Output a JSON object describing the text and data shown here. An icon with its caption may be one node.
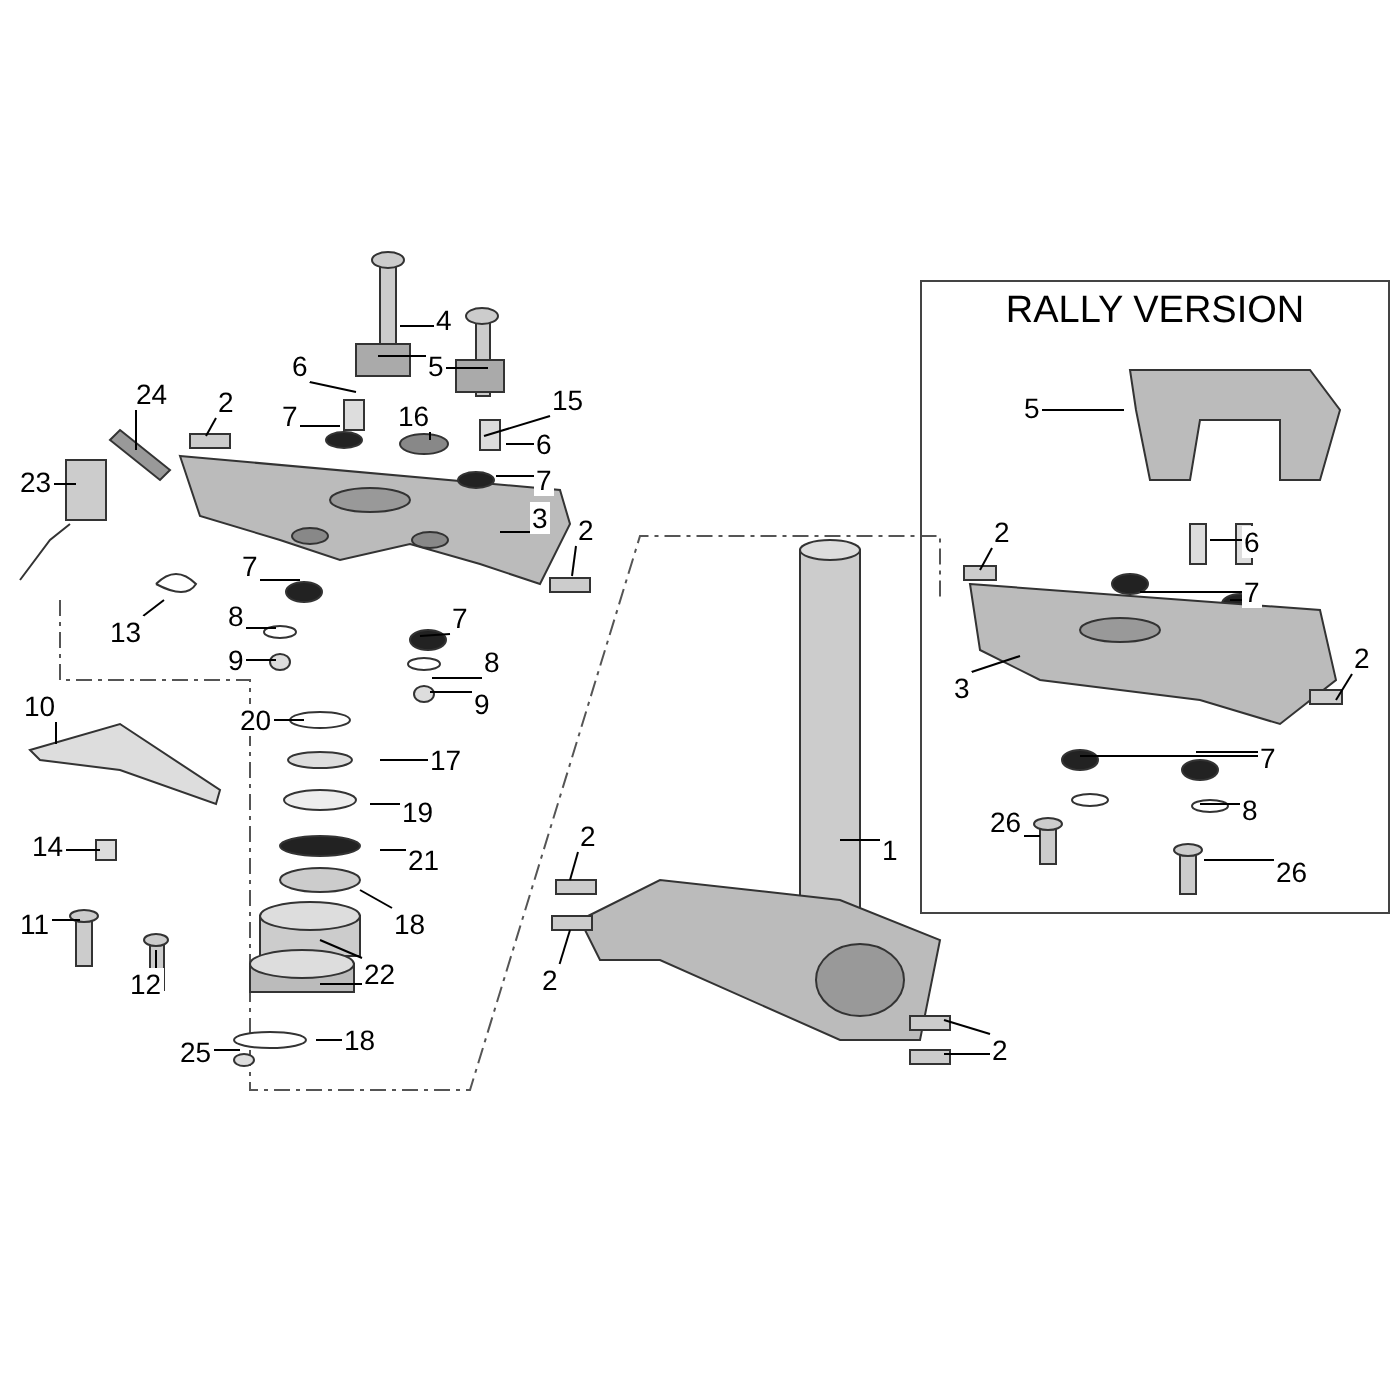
{
  "diagram": {
    "nodes": [
      {
        "text": [
          "RALLY VERSION"
        ]
      },
      {
        "text": [
          "4"
        ]
      },
      {
        "text": [
          "5"
        ]
      },
      {
        "text": [
          "6"
        ]
      },
      {
        "text": [
          "7"
        ]
      },
      {
        "text": [
          "16"
        ]
      },
      {
        "text": [
          "15"
        ]
      },
      {
        "text": [
          "6"
        ]
      },
      {
        "text": [
          "7"
        ]
      },
      {
        "text": [
          "2"
        ]
      },
      {
        "text": [
          "24"
        ]
      },
      {
        "text": [
          "23"
        ]
      },
      {
        "text": [
          "3"
        ]
      },
      {
        "text": [
          "2"
        ]
      },
      {
        "text": [
          "7"
        ]
      },
      {
        "text": [
          "8"
        ]
      },
      {
        "text": [
          "9"
        ]
      },
      {
        "text": [
          "13"
        ]
      },
      {
        "text": [
          "7"
        ]
      },
      {
        "text": [
          "8"
        ]
      },
      {
        "text": [
          "9"
        ]
      },
      {
        "text": [
          "20"
        ]
      },
      {
        "text": [
          "17"
        ]
      },
      {
        "text": [
          "19"
        ]
      },
      {
        "text": [
          "21"
        ]
      },
      {
        "text": [
          "18"
        ]
      },
      {
        "text": [
          "22"
        ]
      },
      {
        "text": [
          "10"
        ]
      },
      {
        "text": [
          "14"
        ]
      },
      {
        "text": [
          "11"
        ]
      },
      {
        "text": [
          "12"
        ]
      },
      {
        "text": [
          "25"
        ]
      },
      {
        "text": [
          "18"
        ]
      },
      {
        "text": [
          "1"
        ]
      },
      {
        "text": [
          "2"
        ]
      },
      {
        "text": [
          "2"
        ]
      },
      {
        "text": [
          "2"
        ]
      },
      {
        "text": [
          "5"
        ],
        "in": 0
      },
      {
        "text": [
          "2"
        ],
        "in": 0
      },
      {
        "text": [
          "6"
        ],
        "in": 0
      },
      {
        "text": [
          "7"
        ],
        "in": 0
      },
      {
        "text": [
          "3"
        ],
        "in": 0
      },
      {
        "text": [
          "2"
        ],
        "in": 0
      },
      {
        "text": [
          "7"
        ],
        "in": 0
      },
      {
        "text": [
          "8"
        ],
        "in": 0
      },
      {
        "text": [
          "26"
        ],
        "in": 0
      },
      {
        "text": [
          "26"
        ],
        "in": 0
      }
    ],
    "edges": [
      {
        "from": 1,
        "to": null,
        "arrow": "none"
      },
      {
        "from": 2,
        "to": null,
        "arrow": "none"
      },
      {
        "from": 2,
        "to": null,
        "arrow": "none"
      },
      {
        "from": 3,
        "to": null,
        "arrow": "none"
      },
      {
        "from": 4,
        "to": null,
        "arrow": "none"
      },
      {
        "from": 5,
        "to": null,
        "arrow": "none"
      },
      {
        "from": 6,
        "to": null,
        "arrow": "none"
      },
      {
        "from": 7,
        "to": null,
        "arrow": "none"
      },
      {
        "from": 8,
        "to": null,
        "arrow": "none"
      },
      {
        "from": 9,
        "to": null,
        "arrow": "none"
      },
      {
        "from": 10,
        "to": null,
        "arrow": "none"
      },
      {
        "from": 11,
        "to": null,
        "arrow": "none"
      },
      {
        "from": 12,
        "to": null,
        "arrow": "none"
      },
      {
        "from": 13,
        "to": null,
        "arrow": "none"
      },
      {
        "from": 14,
        "to": null,
        "arrow": "none"
      },
      {
        "from": 15,
        "to": null,
        "arrow": "none"
      },
      {
        "from": 16,
        "to": null,
        "arrow": "none"
      },
      {
        "from": 17,
        "to": null,
        "arrow": "none"
      },
      {
        "from": 18,
        "to": null,
        "arrow": "none"
      },
      {
        "from": 19,
        "to": null,
        "arrow": "none"
      },
      {
        "from": 20,
        "to": null,
        "arrow": "none"
      },
      {
        "from": 21,
        "to": null,
        "arrow": "none"
      },
      {
        "from": 22,
        "to": null,
        "arrow": "none"
      },
      {
        "from": 23,
        "to": null,
        "arrow": "none"
      },
      {
        "from": 24,
        "to": null,
        "arrow": "none"
      },
      {
        "from": 25,
        "to": null,
        "arrow": "none"
      },
      {
        "from": 26,
        "to": null,
        "arrow": "none"
      },
      {
        "from": 26,
        "to": null,
        "arrow": "none"
      },
      {
        "from": 27,
        "to": null,
        "arrow": "none"
      },
      {
        "from": 28,
        "to": null,
        "arrow": "none"
      },
      {
        "from": 29,
        "to": null,
        "arrow": "none"
      },
      {
        "from": 30,
        "to": null,
        "arrow": "none"
      },
      {
        "from": 31,
        "to": null,
        "arrow": "none"
      },
      {
        "from": 32,
        "to": null,
        "arrow": "none"
      },
      {
        "from": 33,
        "to": null,
        "arrow": "none"
      },
      {
        "from": 34,
        "to": null,
        "arrow": "none"
      },
      {
        "from": 35,
        "to": null,
        "arrow": "none"
      },
      {
        "from": 36,
        "to": null,
        "arrow": "none"
      },
      {
        "from": 36,
        "to": null,
        "arrow": "none"
      },
      {
        "from": 37,
        "to": null,
        "arrow": "none"
      },
      {
        "from": 38,
        "to": null,
        "arrow": "none"
      },
      {
        "from": 39,
        "to": null,
        "arrow": "none"
      },
      {
        "from": 40,
        "to": null,
        "arrow": "none"
      },
      {
        "from": 40,
        "to": null,
        "arrow": "none"
      },
      {
        "from": 41,
        "to": null,
        "arrow": "none"
      },
      {
        "from": 42,
        "to": null,
        "arrow": "none"
      },
      {
        "from": 43,
        "to": null,
        "arrow": "none"
      },
      {
        "from": 43,
        "to": null,
        "arrow": "none"
      },
      {
        "from": 44,
        "to": null,
        "arrow": "none"
      },
      {
        "from": 45,
        "to": null,
        "arrow": "none"
      },
      {
        "from": 46,
        "to": null,
        "arrow": "none"
      }
    ]
  }
}
